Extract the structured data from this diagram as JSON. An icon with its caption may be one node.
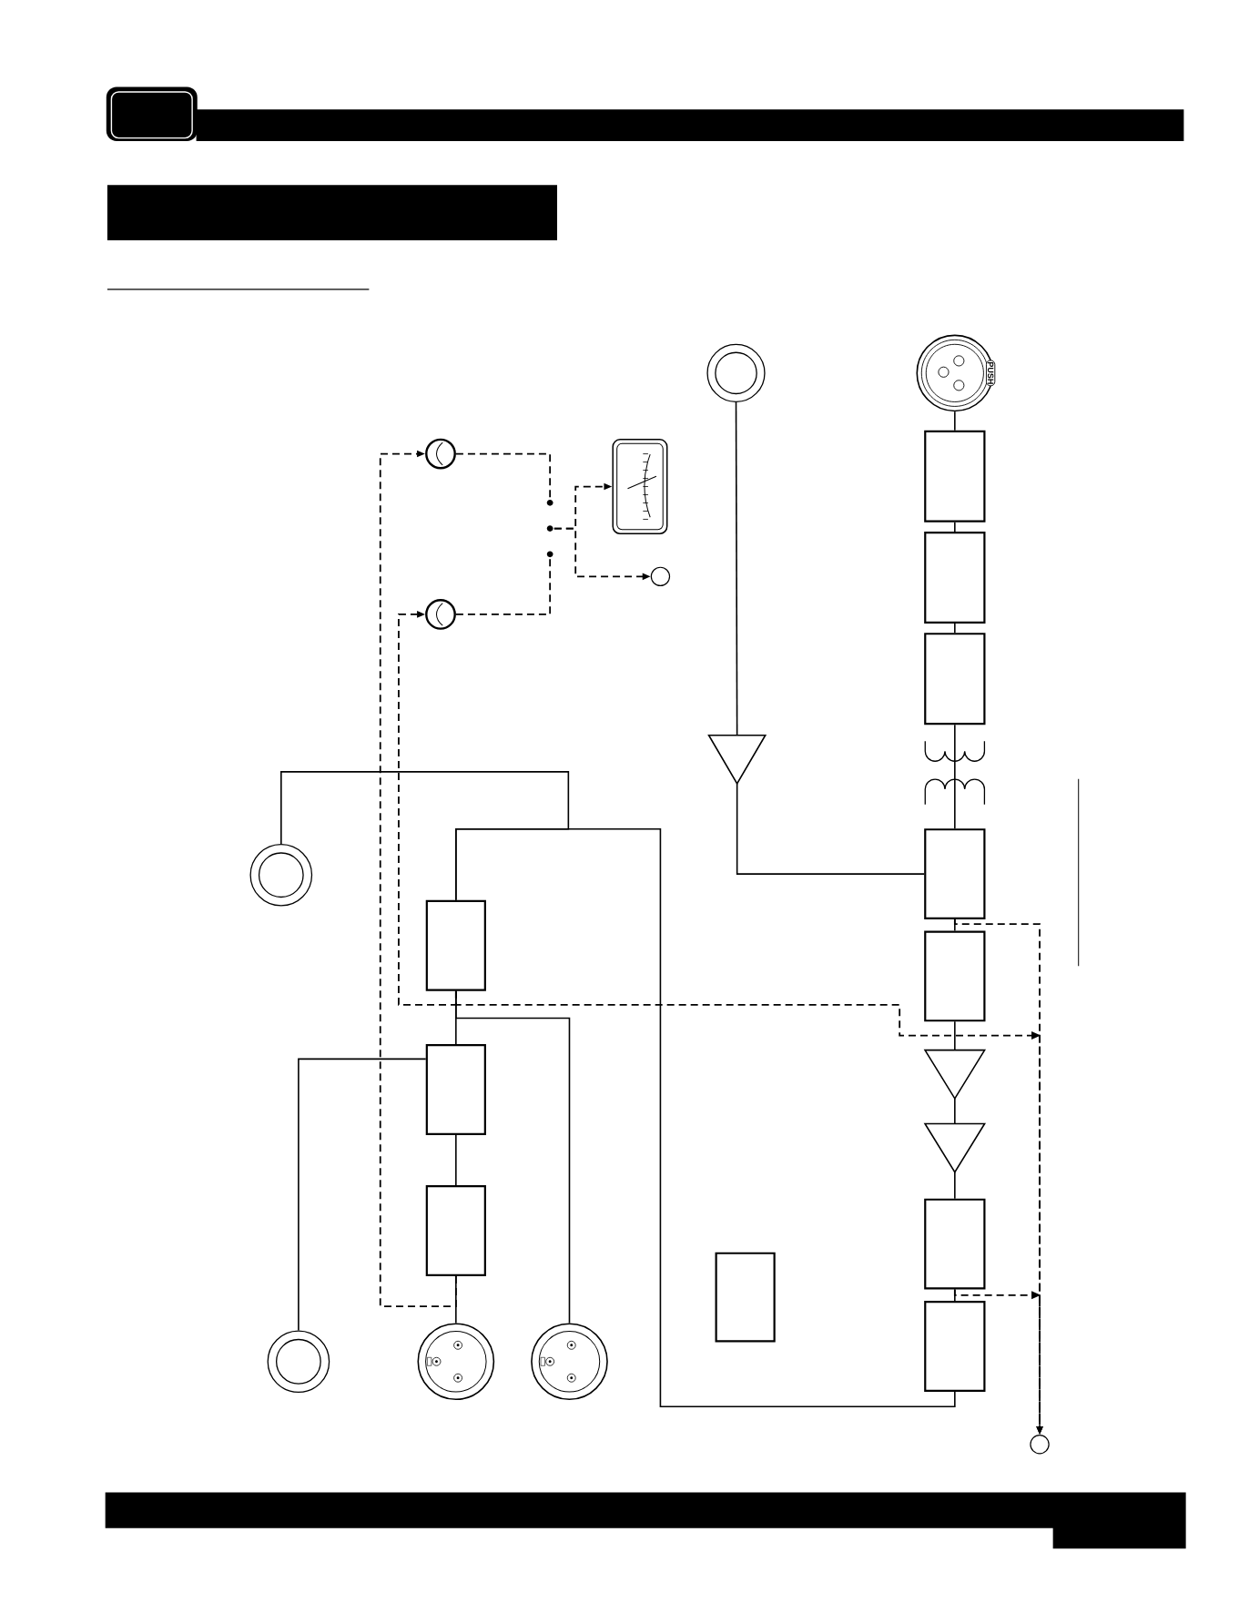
{
  "diagram": {
    "nodes": [
      {
        "text": [],
        "shape": "knob"
      },
      {
        "text": [],
        "shape": "knob"
      },
      {
        "text": [],
        "shape": "switch"
      },
      {
        "text": [],
        "shape": "meter"
      },
      {
        "text": [],
        "shape": "circle"
      },
      {
        "text": [],
        "shape": "ring"
      },
      {
        "text": [
          "PUSH"
        ]
      },
      {
        "text": [],
        "shape": "box"
      },
      {
        "text": [],
        "shape": "box"
      },
      {
        "text": [],
        "shape": "box"
      },
      {
        "text": [],
        "shape": "box"
      },
      {
        "text": [],
        "shape": "box"
      },
      {
        "text": [],
        "shape": "triangle"
      },
      {
        "text": [],
        "shape": "triangle"
      },
      {
        "text": [],
        "shape": "box"
      },
      {
        "text": [],
        "shape": "box"
      },
      {
        "text": [],
        "shape": "circle"
      },
      {
        "text": [],
        "shape": "triangle"
      },
      {
        "text": [],
        "shape": "ring"
      },
      {
        "text": [],
        "shape": "box"
      },
      {
        "text": [],
        "shape": "box"
      },
      {
        "text": [],
        "shape": "box"
      },
      {
        "text": [],
        "shape": "ring"
      },
      {
        "text": [],
        "shape": "connector"
      },
      {
        "text": [],
        "shape": "connector"
      },
      {
        "text": [],
        "shape": "box"
      }
    ],
    "edges": [
      {
        "from": 5,
        "to": 17,
        "arrow": "none"
      },
      {
        "from": 17,
        "to": 10,
        "arrow": "none"
      },
      {
        "from": 6,
        "to": 7,
        "arrow": "none"
      },
      {
        "from": 7,
        "to": 8,
        "arrow": "none"
      },
      {
        "from": 8,
        "to": 9,
        "arrow": "none"
      },
      {
        "from": 9,
        "to": 10,
        "arrow": "none"
      },
      {
        "from": 10,
        "to": 11,
        "arrow": "none"
      },
      {
        "from": 11,
        "to": 12,
        "arrow": "none"
      },
      {
        "from": 12,
        "to": 13,
        "arrow": "none"
      },
      {
        "from": 13,
        "to": 14,
        "arrow": "none"
      },
      {
        "from": 14,
        "to": 15,
        "arrow": "none"
      },
      {
        "from": 15,
        "to": 19,
        "arrow": "none"
      },
      {
        "from": 18,
        "to": 19,
        "arrow": "none"
      },
      {
        "from": 19,
        "to": 20,
        "arrow": "none"
      },
      {
        "from": 24,
        "to": 19,
        "arrow": "none"
      },
      {
        "from": 22,
        "to": 20,
        "arrow": "none"
      },
      {
        "from": 20,
        "to": 21,
        "arrow": "none"
      },
      {
        "from": 21,
        "to": 23,
        "arrow": "none"
      },
      {
        "from": 21,
        "to": 0,
        "arrow": "to",
        "style": "dashed"
      },
      {
        "from": 19,
        "to": 1,
        "arrow": "to",
        "style": "dashed"
      },
      {
        "from": 19,
        "to": 16,
        "arrow": "to",
        "style": "dashed"
      },
      {
        "from": 10,
        "to": 16,
        "arrow": "to",
        "style": "dashed"
      },
      {
        "from": 14,
        "to": 16,
        "arrow": "to",
        "style": "dashed"
      },
      {
        "from": 0,
        "to": 2,
        "arrow": "none",
        "style": "dashed"
      },
      {
        "from": 1,
        "to": 2,
        "arrow": "none",
        "style": "dashed"
      },
      {
        "from": 2,
        "to": 3,
        "arrow": "to",
        "style": "dashed"
      },
      {
        "from": 2,
        "to": 4,
        "arrow": "to",
        "style": "dashed"
      }
    ]
  }
}
